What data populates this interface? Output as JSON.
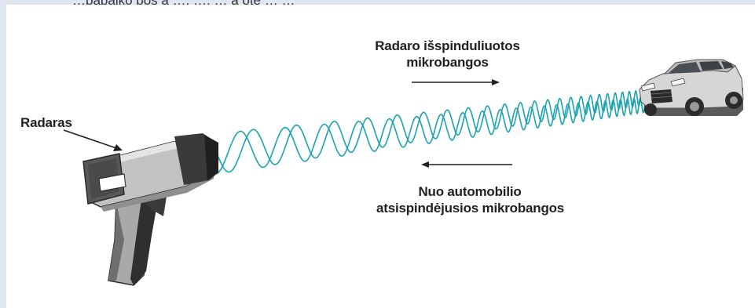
{
  "clipped_top_text": "…pabaiko pos a …, …, … a ote … …",
  "labels": {
    "radar": "Radaras",
    "emitted_line1": "Radaro išspinduliuotos",
    "emitted_line2": "mikrobangos",
    "reflected_line1": "Nuo automobilio",
    "reflected_line2": "atsispindėjusios mikrobangos"
  },
  "colors": {
    "wave": "#1aa3b0",
    "page_border": "#dfe6f1",
    "text": "#231f20",
    "gun_body": "#b9b9b9",
    "gun_dark": "#2b2b2b"
  }
}
